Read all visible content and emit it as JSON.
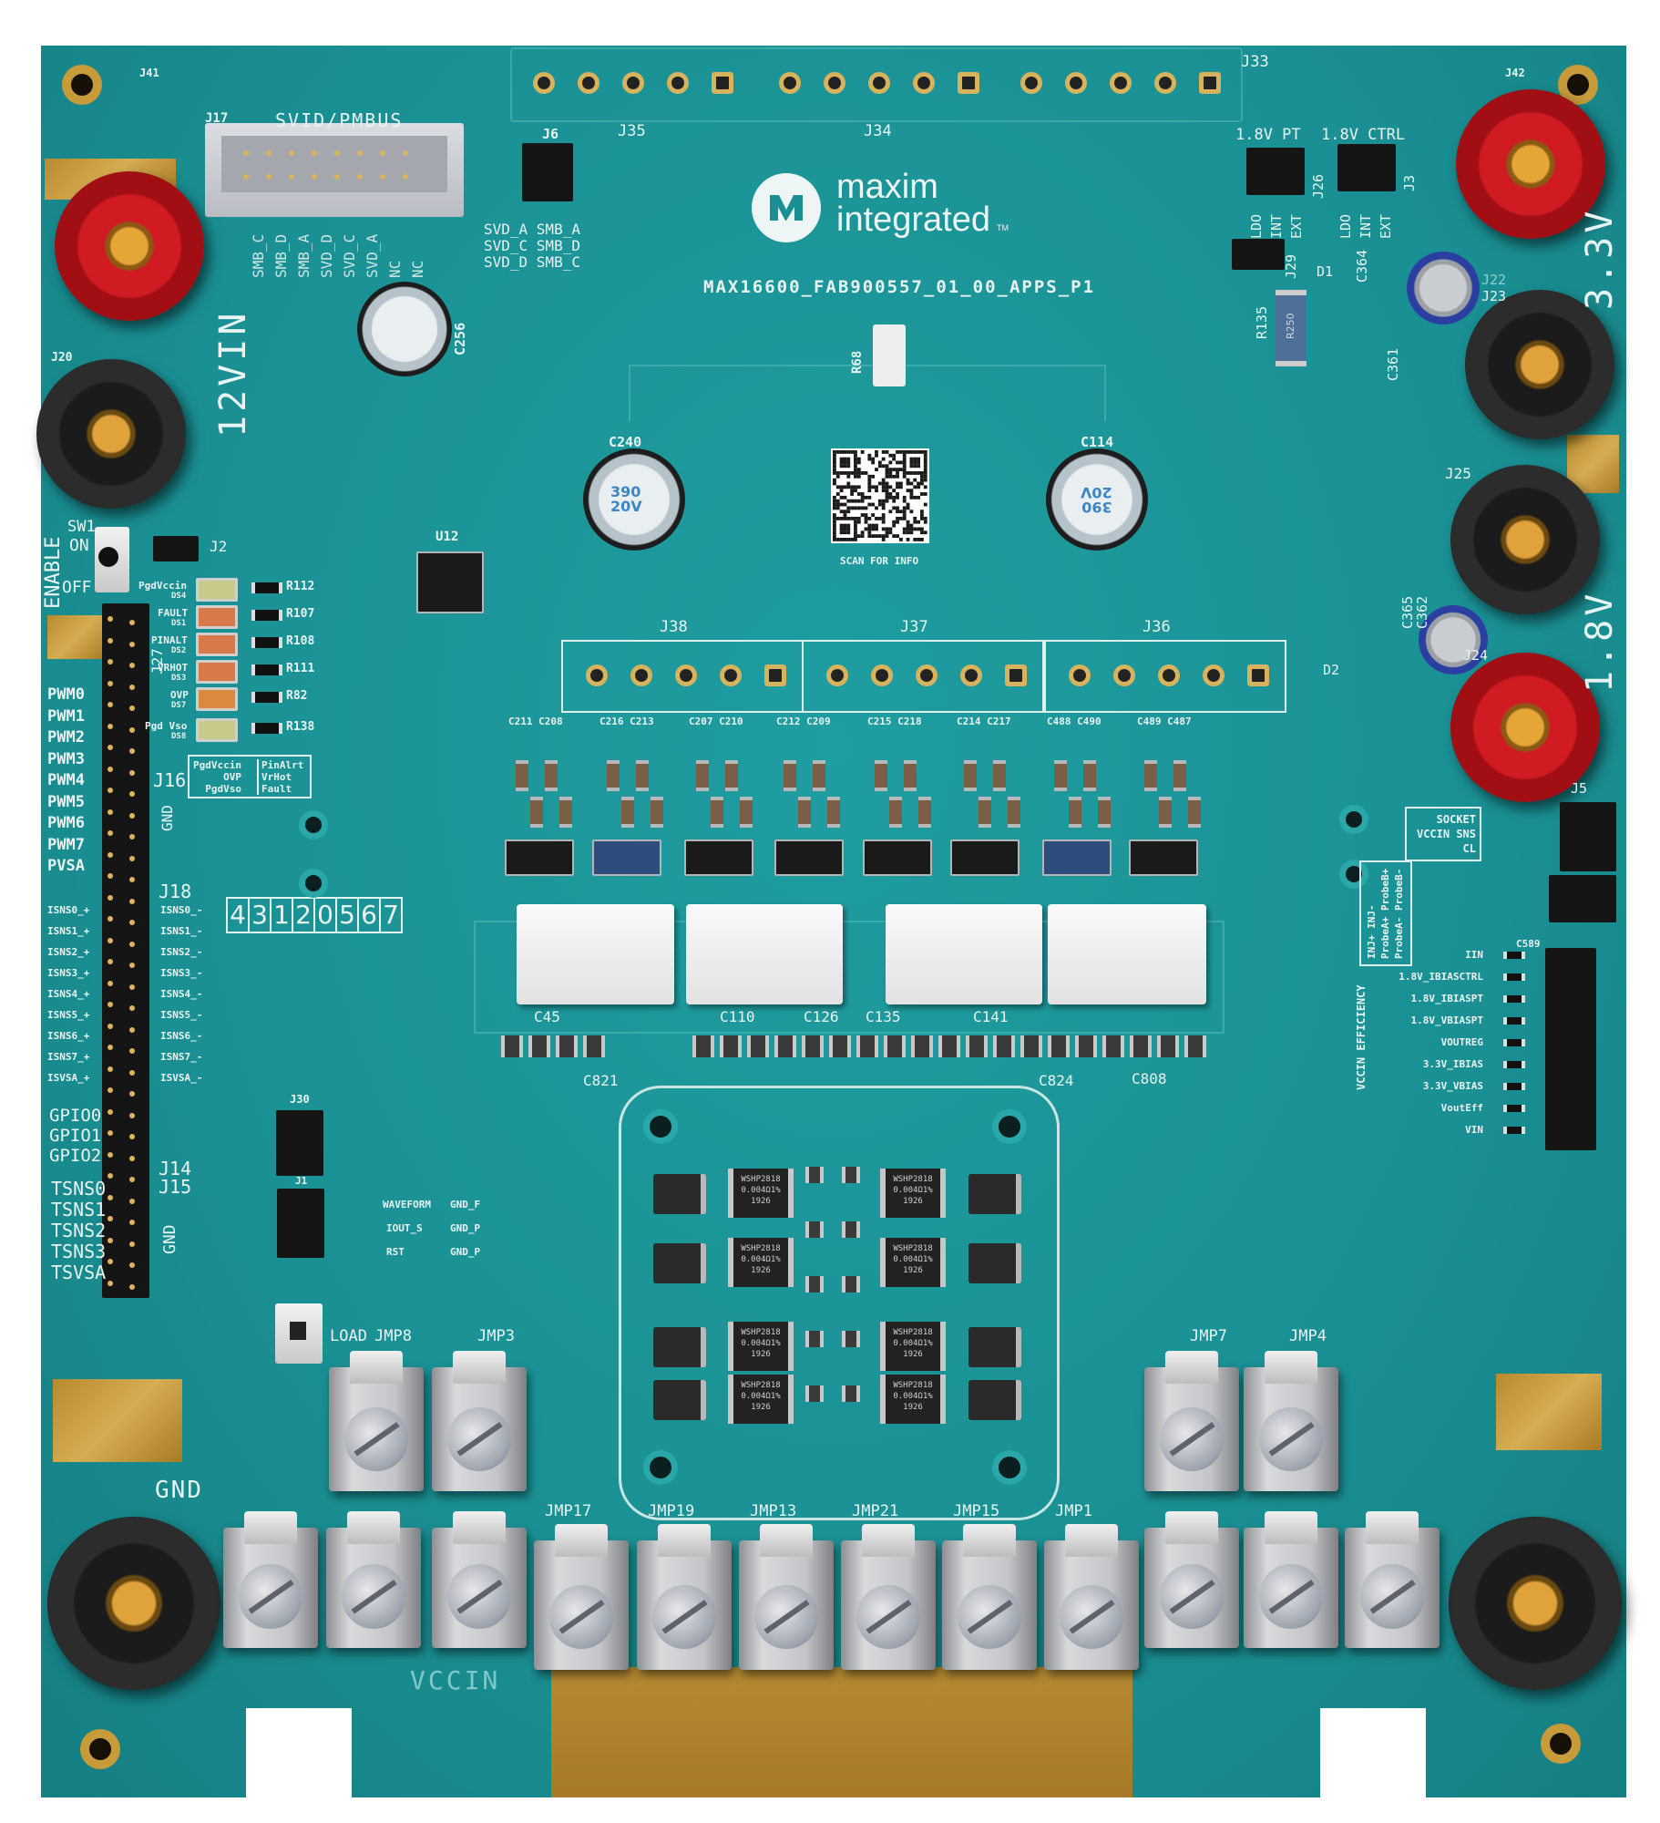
{
  "board": {
    "name": "MAX16600_FAB900557_01_00_APPS_P1",
    "colors": {
      "pcb": "#1a9094",
      "silk": "#e8f4f2",
      "gold": "#c9a13b",
      "red_post": "#cf1b21",
      "black_post": "#1b1b1b"
    }
  },
  "logo": {
    "line1": "maxim",
    "line2": "integrated",
    "tm": "TM"
  },
  "qr": {
    "caption": "SCAN FOR INFO"
  },
  "connectors": {
    "top": [
      "J35",
      "J34",
      "J33"
    ],
    "mid": [
      "J38",
      "J37",
      "J36"
    ]
  },
  "rails": {
    "vin": "12VIN",
    "v33": "3.3V",
    "v18": "1.8V",
    "gnd": "GND",
    "vccin": "VCCIN"
  },
  "svid": {
    "label": "SVID/PMBUS",
    "ref": "J17",
    "pins": [
      "SMB_C",
      "SMB_D",
      "SMB_A",
      "SVD_D",
      "SVD_C",
      "SVD_A",
      "NC",
      "NC"
    ],
    "j6": "J6",
    "j6_rows": [
      "SVD_A SMB_A",
      "SVD_C SMB_D",
      "SVD_D SMB_C"
    ]
  },
  "caps": {
    "c240": "C240",
    "c114": "C114",
    "c256": "C256",
    "marking": [
      "390",
      "20V"
    ]
  },
  "left": {
    "enable": "ENABLE",
    "sw1": "SW1",
    "on": "ON",
    "off": "OFF",
    "j2": "J2",
    "j27": "J27",
    "j16": "J16",
    "j18": "J18",
    "j14": "J14",
    "j15": "J15",
    "gnd": "GND",
    "j20": "J20",
    "j41": "J41",
    "pwm": [
      "PWM0",
      "PWM1",
      "PWM2",
      "PWM3",
      "PWM4",
      "PWM5",
      "PWM6",
      "PWM7",
      "PVSA"
    ],
    "isns_plus": [
      "ISNS0_+",
      "ISNS1_+",
      "ISNS2_+",
      "ISNS3_+",
      "ISNS4_+",
      "ISNS5_+",
      "ISNS6_+",
      "ISNS7_+",
      "ISVSA_+"
    ],
    "isns_minus": [
      "ISNS0_-",
      "ISNS1_-",
      "ISNS2_-",
      "ISNS3_-",
      "ISNS4_-",
      "ISNS5_-",
      "ISNS6_-",
      "ISNS7_-",
      "ISVSA_-"
    ],
    "gpio": [
      "GPIO0",
      "GPIO1",
      "GPIO2"
    ],
    "tsns": [
      "TSNS0",
      "TSNS1",
      "TSNS2",
      "TSNS3",
      "TSVSA"
    ]
  },
  "leds": [
    {
      "signal": "PgdVccin",
      "ref": "DS4",
      "res": "R112",
      "color": "#c9c98c"
    },
    {
      "signal": "FAULT",
      "ref": "DS1",
      "res": "R107",
      "color": "#d77a4a"
    },
    {
      "signal": "PINALT",
      "ref": "DS2",
      "res": "R108",
      "color": "#d77a4a"
    },
    {
      "signal": "VRHOT",
      "ref": "DS3",
      "res": "R111",
      "color": "#d77a4a"
    },
    {
      "signal": "OVP",
      "ref": "DS7",
      "res": "R82",
      "color": "#d98a3e"
    },
    {
      "signal": "Pgd Vso",
      "ref": "DS8",
      "res": "R138",
      "color": "#c9c98c"
    }
  ],
  "led_legend": {
    "left": [
      "PgdVccin",
      "OVP",
      "PgdVso"
    ],
    "right": [
      "PinAlrt",
      "VrHot",
      "Fault"
    ]
  },
  "phase_order": [
    "4",
    "3",
    "1",
    "2",
    "0",
    "5",
    "6",
    "7"
  ],
  "power_stage": {
    "cap_labels": [
      "C211 C208",
      "C216 C213",
      "C207 C210",
      "C212 C209",
      "C215 C218",
      "C214 C217",
      "C488 C490",
      "C489 C487"
    ],
    "output_caps": [
      "C45",
      "C110",
      "C126",
      "C135",
      "C141",
      "C821",
      "C824",
      "C808"
    ],
    "shunt_marking": [
      "WSHP2818",
      "0.004Ω1%",
      "1926"
    ]
  },
  "jumpers": {
    "upper": [
      "JMP8",
      "JMP3",
      "JMP7",
      "JMP4"
    ],
    "lower": [
      "JMP17",
      "JMP19",
      "JMP13",
      "JMP21",
      "JMP15",
      "JMP1"
    ]
  },
  "right": {
    "sel_titles": [
      "1.8V PT",
      "1.8V CTRL"
    ],
    "j26": "J26",
    "j3": "J3",
    "j29": "J29",
    "sel": [
      "LDO",
      "INT",
      "EXT"
    ],
    "d1": "D1",
    "r135": "R135",
    "r250": "R250",
    "c364": "C364",
    "c361": "C361",
    "j22": "J22",
    "j23": "J23",
    "j25": "J25",
    "j24": "J24",
    "c365": "C365",
    "c362": "C362",
    "d2": "D2",
    "j5": "J5",
    "j42": "J42",
    "socket_box": [
      "SOCKET",
      "VCCIN SNS",
      "CL"
    ],
    "inj_box": [
      "INJ+ INJ-",
      "ProbeA+ ProbeB+",
      "ProbeA- ProbeB-"
    ],
    "eff_title": "VCCIN EFFICIENCY",
    "c589": "C589",
    "eff_signals": [
      "IIN",
      "1.8V_IBIASCTRL",
      "1.8V_IBIASPT",
      "1.8V_VBIASPT",
      "VOUTREG",
      "3.3V_IBIAS",
      "3.3V_VBIAS",
      "VoutEff",
      "VIN"
    ]
  },
  "misc": {
    "u12": "U12",
    "r68": "R68",
    "load": "LOAD",
    "j30": "J30",
    "j1": "J1",
    "waveform": "WAVEFORM",
    "iout": "IOUT_S",
    "rst": "RST",
    "gnd_f": "GND_F",
    "gnd_p": "GND_P"
  }
}
